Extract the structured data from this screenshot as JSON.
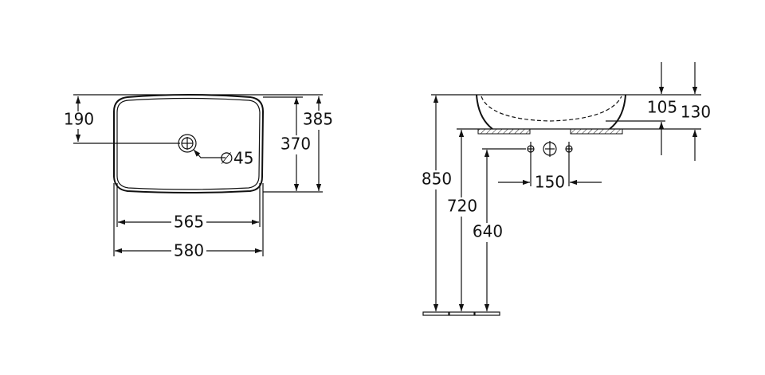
{
  "top_view": {
    "height_to_drain": "190",
    "inner_depth": "370",
    "outer_depth": "385",
    "inner_width": "565",
    "outer_width": "580",
    "drain_diameter": "∅45"
  },
  "side_view": {
    "bowl_inner_height": "105",
    "bowl_outer_height": "130",
    "counter_height": "850",
    "support_height": "720",
    "drain_height": "640",
    "tap_spacing": "150"
  }
}
